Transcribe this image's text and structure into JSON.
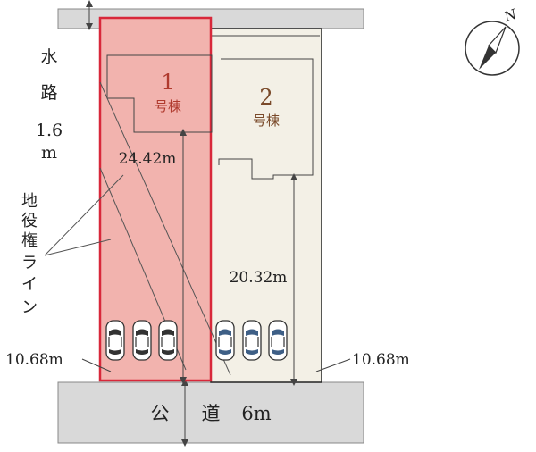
{
  "waterway": {
    "chars": [
      "水",
      "路"
    ],
    "width_value": "1.6",
    "width_unit": "m"
  },
  "easement_label": {
    "chars": [
      "地",
      "役",
      "権",
      "ラ",
      "イ",
      "ン"
    ]
  },
  "lot1": {
    "number": "1",
    "building_label": "号棟",
    "depth": "24.42m",
    "frontage": "10.68m",
    "fill_color": "#f2b3ae",
    "border_color": "#d8283a",
    "label_color": "#b03a2e"
  },
  "lot2": {
    "number": "2",
    "building_label": "号棟",
    "depth": "20.32m",
    "frontage": "10.68m",
    "fill_color": "#f3f0e6",
    "label_color": "#7a4a2a"
  },
  "road": {
    "label_left": "公",
    "label_right": "道",
    "width": "6m",
    "fill_color": "#d9d9d9"
  },
  "compass": {
    "north_label": "N"
  }
}
